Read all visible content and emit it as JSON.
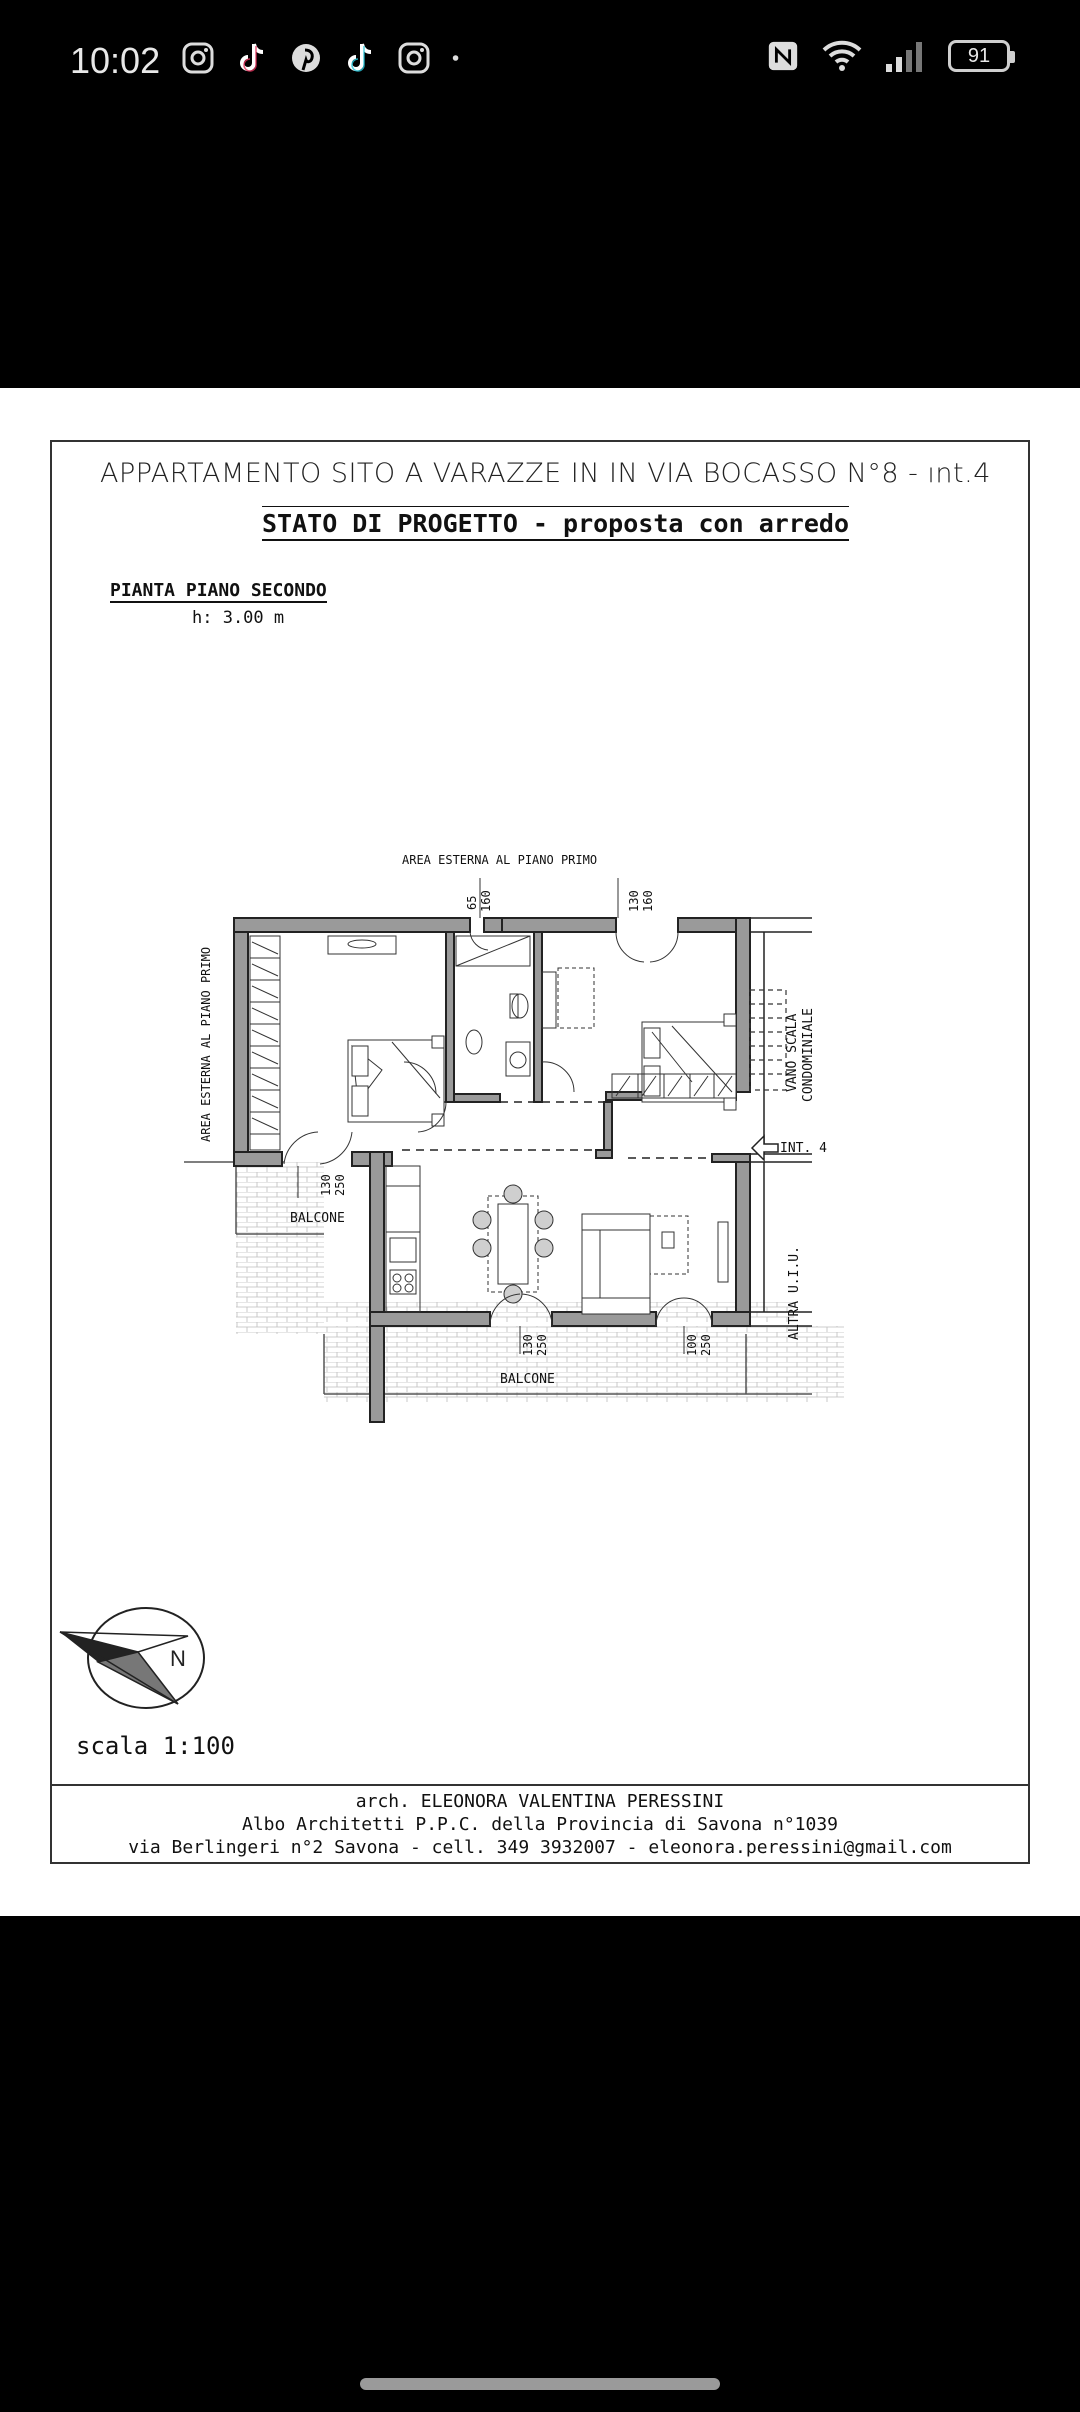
{
  "status_bar": {
    "time": "10:02",
    "battery": "91",
    "notification_icons": [
      "instagram-icon",
      "tiktok-icon",
      "pinterest-icon",
      "tiktok-icon",
      "instagram-icon",
      "dot-icon"
    ],
    "system_icons": [
      "nfc-icon",
      "wifi-icon",
      "signal-icon",
      "battery-icon"
    ]
  },
  "document": {
    "title": "APPARTAMENTO SITO A VARAZZE IN IN VIA BOCASSO N°8 - ınt.4",
    "subtitle": "STATO DI PROGETTO - proposta con arredo",
    "plan_label": "PIANTA PIANO SECONDO",
    "plan_height": "h: 3.00 m",
    "labels": {
      "area_top": "AREA ESTERNA AL PIANO PRIMO",
      "area_left": "AREA ESTERNA AL PIANO PRIMO",
      "vano_scala_1": "VANO SCALA",
      "vano_scala_2": "CONDOMINIALE",
      "int": "INT. 4",
      "altra": "ALTRA U.I.U.",
      "balcone_left": "BALCONE",
      "balcone_bottom": "BALCONE",
      "dim_65": "65",
      "dim_160a": "160",
      "dim_130a": "130",
      "dim_160b": "160",
      "dim_130b": "130",
      "dim_250b": "250",
      "dim_130c": "130",
      "dim_250c": "250",
      "dim_100": "100",
      "dim_250d": "250"
    },
    "scale": "scala 1:100",
    "footer": {
      "line1": "arch. ELEONORA VALENTINA PERESSINI",
      "line2": "Albo Architetti P.P.C. della Provincia di Savona n°1039",
      "line3": "via Berlingeri n°2 Savona - cell. 349 3932007 - eleonora.peressini@gmail.com"
    }
  }
}
